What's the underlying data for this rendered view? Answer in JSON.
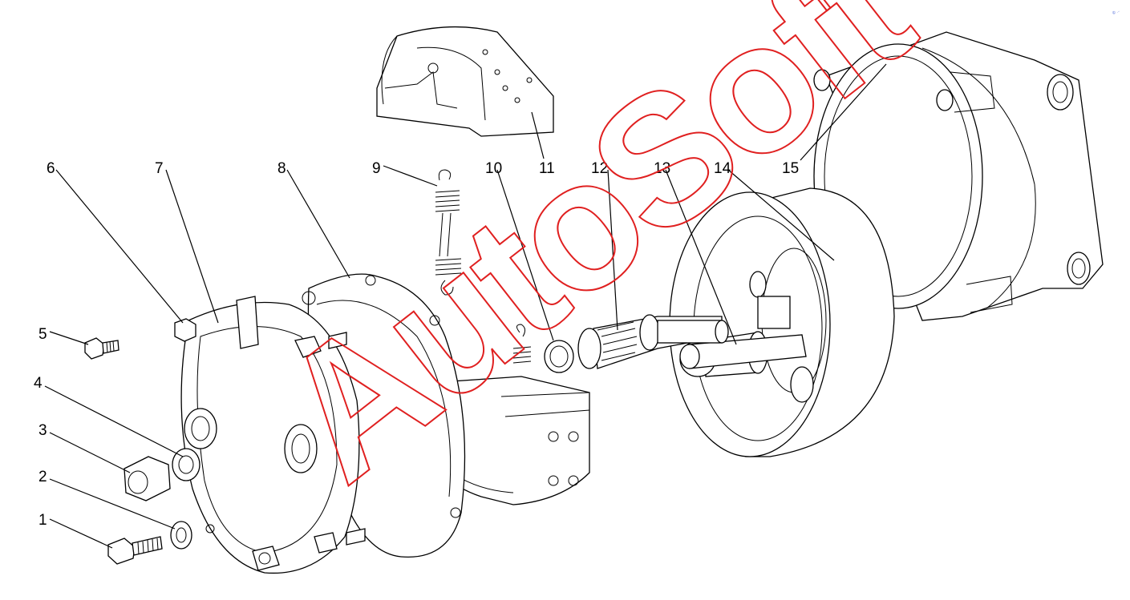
{
  "diagram": {
    "callouts": [
      {
        "id": "1",
        "label": "1"
      },
      {
        "id": "2",
        "label": "2"
      },
      {
        "id": "3",
        "label": "3"
      },
      {
        "id": "4",
        "label": "4"
      },
      {
        "id": "5",
        "label": "5"
      },
      {
        "id": "6",
        "label": "6"
      },
      {
        "id": "7",
        "label": "7"
      },
      {
        "id": "8",
        "label": "8"
      },
      {
        "id": "9",
        "label": "9"
      },
      {
        "id": "10",
        "label": "10"
      },
      {
        "id": "11",
        "label": "11"
      },
      {
        "id": "12",
        "label": "12"
      },
      {
        "id": "13",
        "label": "13"
      },
      {
        "id": "14",
        "label": "14"
      },
      {
        "id": "15",
        "label": "15"
      }
    ],
    "watermark": "AutoSoft",
    "corner_mark": "© ..."
  },
  "colors": {
    "line": "#000000",
    "watermark": "#e02020",
    "corner_mark": "#3050d0",
    "background": "#ffffff"
  }
}
